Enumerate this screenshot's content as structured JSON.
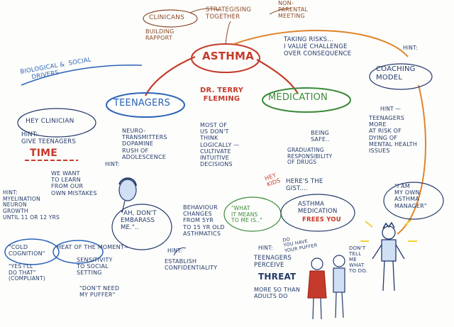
{
  "center": {
    "title": "ASTHMA",
    "presenter": "DR. TERRY\nFLEMING"
  },
  "top": {
    "clinicians": "CLINICANS",
    "building_rapport": "BUILDING\nRAPPORT",
    "strategising": "STRATEGISING\nTOGETHER",
    "non_parental": "NON-\nPARENTAL\nMEETING"
  },
  "left_top": {
    "bio_social": "BIOLOGICAL &  SOCIAL\n     DRIVERS"
  },
  "teenagers": {
    "label": "TEENAGERS",
    "hey_clinician": "HEY CLINICIAN",
    "hint_give": "HINT:\nGIVE TEENAGERS",
    "time": "TIME",
    "neuro": "NEURO-\nTRANSMITTERS\nDOPAMINE\nRUSH OF\nADOLESCENCE",
    "most_of_us": "MOST OF\nUS DON'T\nTHINK\nLOGICALLY —\nCULTIVATE\nINTUITIVE\nDECISIONS",
    "learn_mistakes": "WE WANT\nTO LEARN\nFROM OUR\nOWN MISTAKES",
    "hint_label": "HINT:",
    "myelination": "HINT:\nMYELINATION\nNEURON\nGROWTH\nUNTIL 11 OR 12 YRS",
    "dont_embarass": "\"AH, DON'T\nEMBARASS\nME.\"..",
    "cold_cognition": "\"COLD\nCOGNITION\"",
    "yes_ill": "\"YES I'LL\nDO THAT\"\n(COMPLIANT)",
    "heat_moment": "HEAT OF THE MOMENT—",
    "sensitivity": "SENSITIVITY\nTO SOCIAL\nSETTING",
    "dont_need_puffer": "\"DON'T NEED\nMY PUFFER\""
  },
  "middle": {
    "behaviour": "BEHAVIOUR\nCHANGES\nFROM 5YR\nTO 15 YR OLD\nASTHMATICS",
    "what_it_means": "\"WHAT\nIT MEANS\nTO ME IS..\"",
    "hint_conf": "HINT:",
    "establish_conf": "ESTABLISH\nCONFIDENTIALITY"
  },
  "medication": {
    "label": "MEDICATION",
    "being_safe": "BEING\nSAFE..",
    "graduating": "GRADUATING\nRESPONSIBILITY\nOF DRUGS",
    "hey_kids": "HEY\nKIDS",
    "heres_gist": "HERE'S THE\nGIST....",
    "asthma_med": "ASTHMA\nMEDICATION",
    "frees_you": "FREES YOU"
  },
  "right": {
    "taking_risks": "TAKING RISKS...\nI VALUE CHALLENGE\nOVER CONSEQUENCE",
    "hint_coaching": "HINT:",
    "coaching_model": "COACHING\nMODEL",
    "hint_teen_risk": "HINT —",
    "teen_risk": "TEENAGERS\nMORE\nAT RISK OF\nDYING OF\nMENTAL HEALTH\nISSUES",
    "own_manager": "\"I AM\nMY OWN\nASTHMA\nMANAGER\""
  },
  "bottom": {
    "hint_threat": "HINT:",
    "teen_perceive": "TEENAGERS\nPERCEIVE",
    "threat": "THREAT",
    "more_than_adults": "MORE SO THAN\nADULTS DO",
    "have_puffer": "DO\nYOU HAVE\nYOUR PUFFER",
    "dont_tell": "DON'T\nTELL\nME\nWHAT\nTO DO."
  }
}
